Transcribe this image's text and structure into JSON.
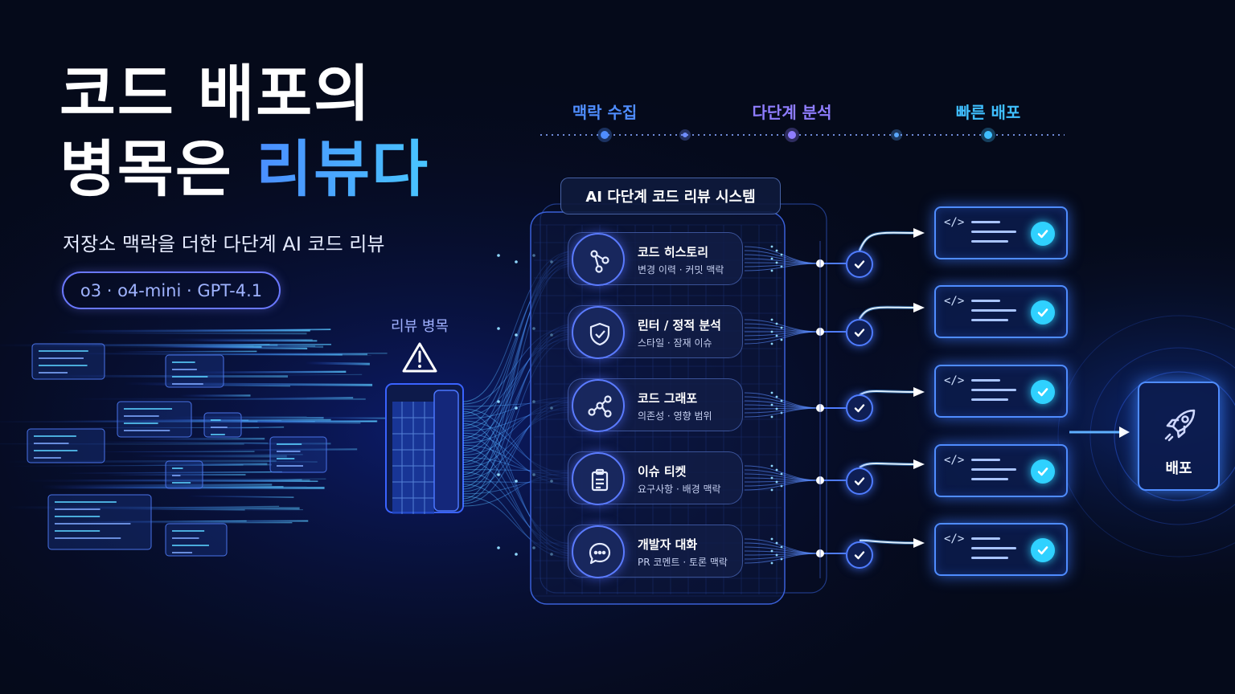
{
  "headline": {
    "line1": "코드 배포의",
    "line2_plain": "병목은",
    "line2_accent": "리뷰다"
  },
  "subtitle": "저장소 맥락을 더한 다단계 AI 코드 리뷰",
  "models": "o3 · o4-mini · GPT-4.1",
  "stages": [
    {
      "label": "맥락 수집",
      "color": "#4f8dff"
    },
    {
      "label": "다단계 분석",
      "color": "#8f7dff"
    },
    {
      "label": "빠른 배포",
      "color": "#3fbfff"
    }
  ],
  "bottleneck_label": "리뷰 병목",
  "system_title": "AI 다단계 코드 리뷰 시스템",
  "modules": [
    {
      "title": "코드 히스토리",
      "desc": "변경 이력 · 커밋 맥락",
      "icon": "git-branch-icon"
    },
    {
      "title": "린터 / 정적 분석",
      "desc": "스타일 · 잠재 이슈",
      "icon": "shield-check-icon"
    },
    {
      "title": "코드 그래포",
      "desc": "의존성 · 영향 범위",
      "icon": "graph-nodes-icon"
    },
    {
      "title": "이슈 티켓",
      "desc": "요구사항 · 배경 맥락",
      "icon": "clipboard-icon"
    },
    {
      "title": "개발자 대화",
      "desc": "PR 코멘트 · 토론 맥락",
      "icon": "chat-bubble-icon"
    }
  ],
  "result_code_symbol": "</>",
  "deploy_label": "배포",
  "colors": {
    "accent_blue": "#4f8cff",
    "accent_cyan": "#2fd1ff",
    "accent_purple": "#8f7dff",
    "background": "#050a1a"
  }
}
